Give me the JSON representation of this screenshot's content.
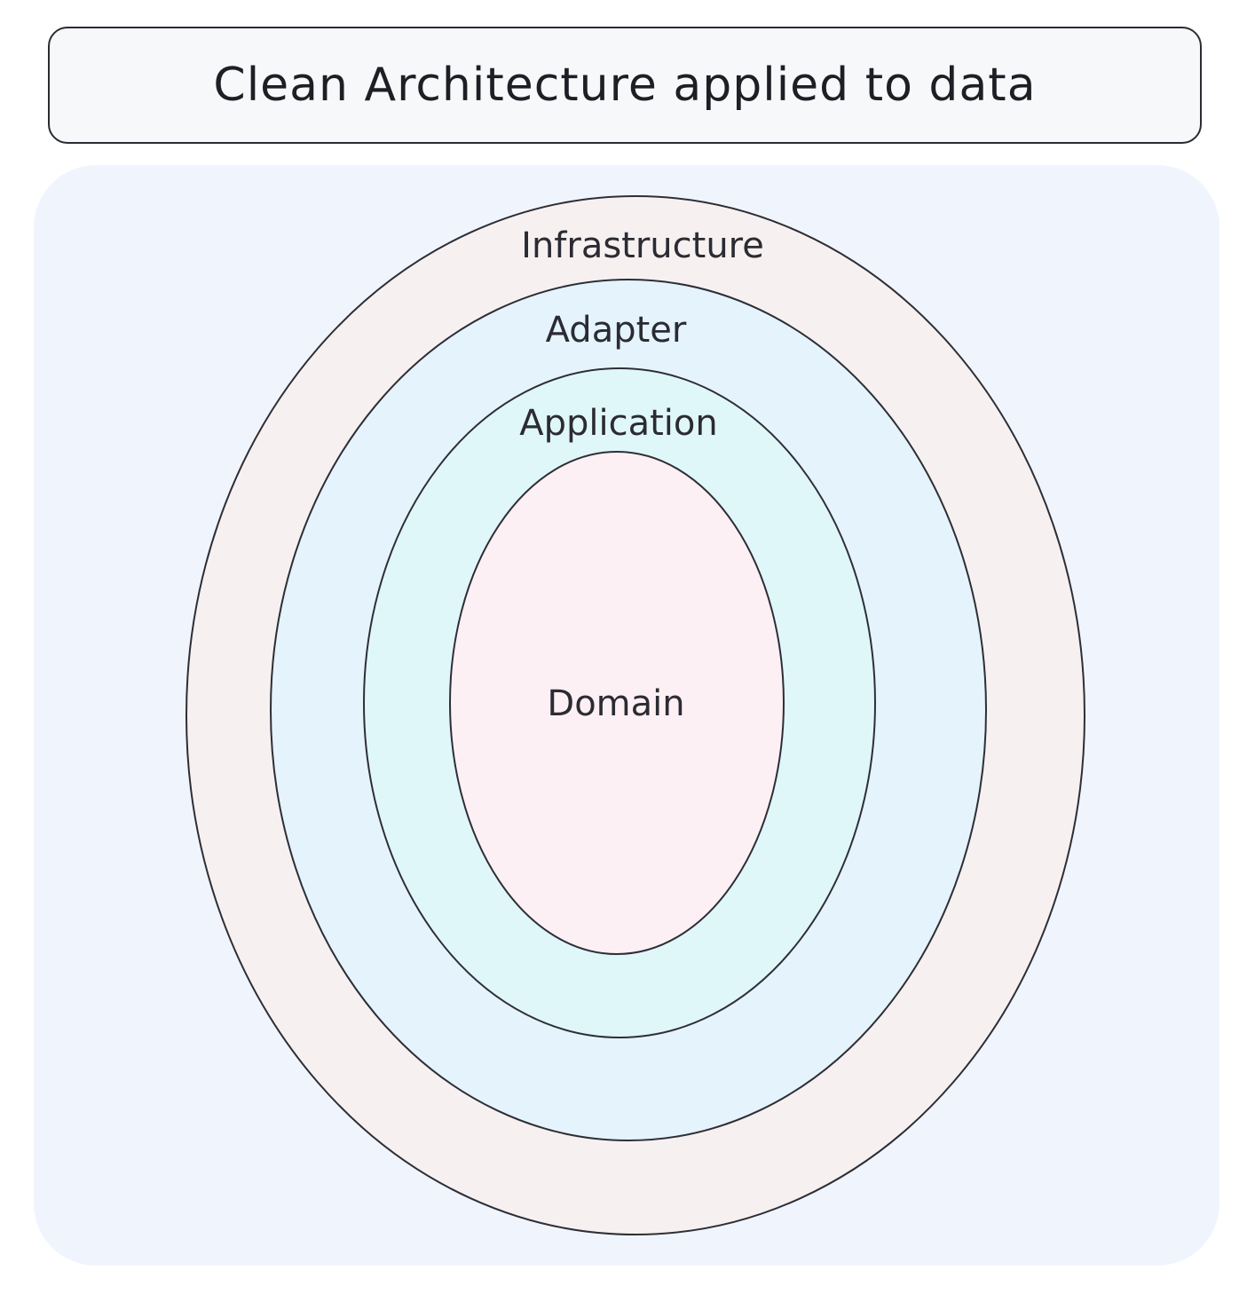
{
  "title": "Clean Architecture applied to data",
  "layers": [
    {
      "name": "Infrastructure",
      "color": "#f6f1f0"
    },
    {
      "name": "Adapter",
      "color": "#e5f3fc"
    },
    {
      "name": "Application",
      "color": "#e0f7fa"
    },
    {
      "name": "Domain",
      "color": "#fdf0f4"
    }
  ],
  "panel_color": "#f0f5fd"
}
